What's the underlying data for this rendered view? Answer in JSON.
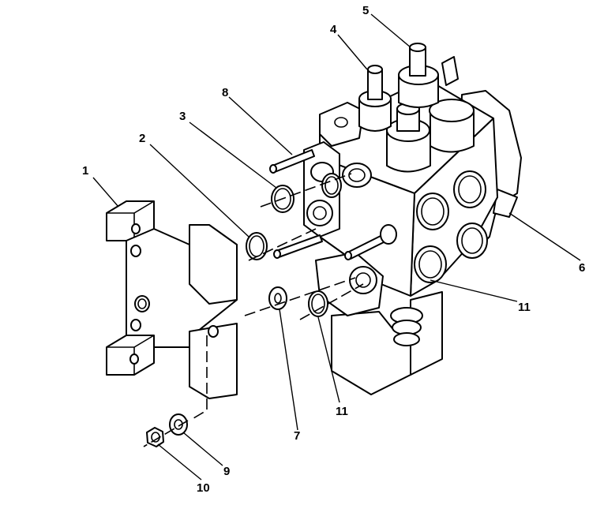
{
  "callouts": [
    {
      "id": "c1",
      "label": "1"
    },
    {
      "id": "c2",
      "label": "2"
    },
    {
      "id": "c3",
      "label": "3"
    },
    {
      "id": "c4",
      "label": "4"
    },
    {
      "id": "c5",
      "label": "5"
    },
    {
      "id": "c6",
      "label": "6"
    },
    {
      "id": "c7",
      "label": "7"
    },
    {
      "id": "c8",
      "label": "8"
    },
    {
      "id": "c9",
      "label": "9"
    },
    {
      "id": "c10",
      "label": "10"
    },
    {
      "id": "c11a",
      "label": "11"
    },
    {
      "id": "c11b",
      "label": "11"
    }
  ],
  "colors": {
    "line": "#000000",
    "background": "#ffffff"
  }
}
